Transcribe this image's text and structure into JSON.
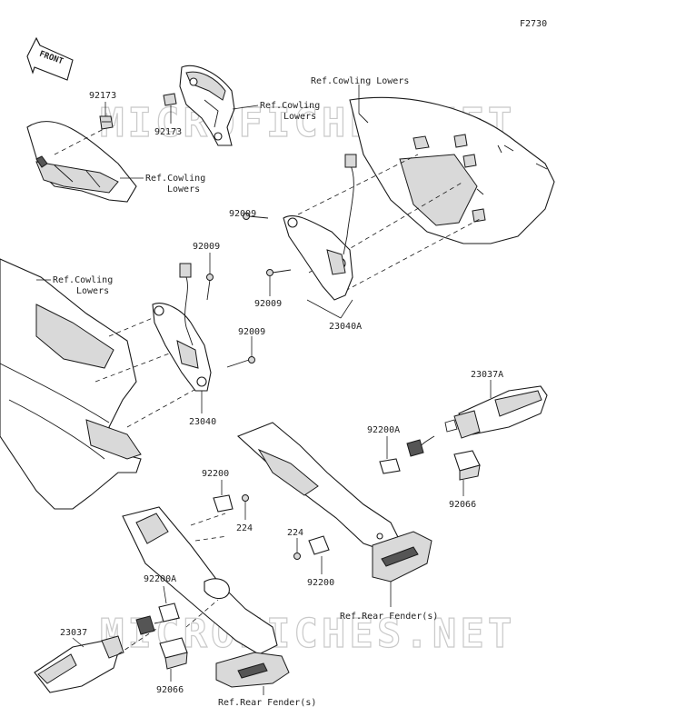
{
  "figure_code": "F2730",
  "direction_badge": "FRONT",
  "watermark_text": "MICROFICHES.NET",
  "callouts": {
    "c92173_a": "92173",
    "c92173_b": "92173",
    "ref_cowling_top_1": "Ref.Cowling Lowers",
    "ref_cowling_top_2a": "Ref.Cowling",
    "ref_cowling_top_2b": "Lowers",
    "ref_cowling_left_a": "Ref.Cowling",
    "ref_cowling_left_b": "Lowers",
    "ref_cowling_mid_a": "Ref.Cowling",
    "ref_cowling_mid_b": "Lowers",
    "c92009_a": "92009",
    "c92009_b": "92009",
    "c92009_c": "92009",
    "c92009_d": "92009",
    "c23040A": "23040A",
    "c23040": "23040",
    "c23037A": "23037A",
    "c92200A_a": "92200A",
    "c92066_a": "92066",
    "c92200_a": "92200",
    "c224_a": "224",
    "c224_b": "224",
    "c92200_b": "92200",
    "ref_rear_fender_a": "Ref.Rear Fender(s)",
    "c92200A_b": "92200A",
    "c23037": "23037",
    "c92066_b": "92066",
    "ref_rear_fender_b": "Ref.Rear Fender(s)"
  }
}
